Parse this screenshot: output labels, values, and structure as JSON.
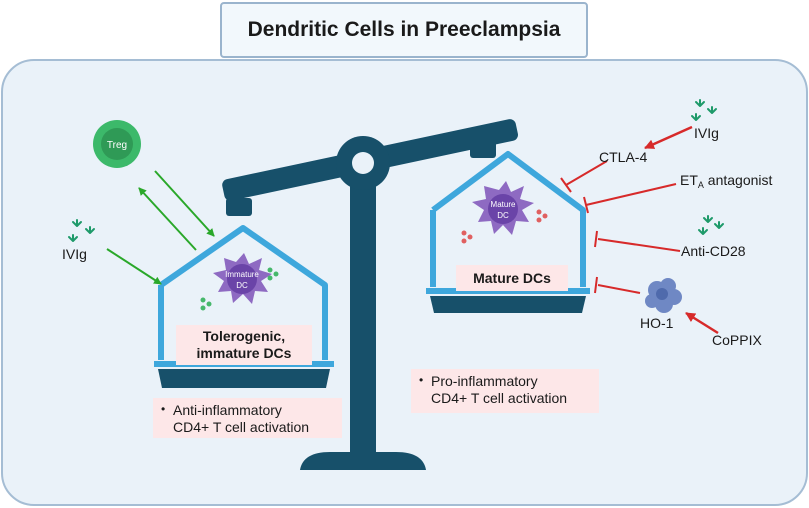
{
  "title": "Dendritic Cells in Preeclampsia",
  "left": {
    "treg": "Treg",
    "ivig": "IVIg",
    "cell_line1": "Immature",
    "cell_line2": "DC",
    "box_line1": "Tolerogenic,",
    "box_line2": "immature DCs",
    "desc_line1": "Anti-inflammatory",
    "desc_line2": "CD4+ T cell activation"
  },
  "right": {
    "cell_line1": "Mature",
    "cell_line2": "DC",
    "box": "Mature DCs",
    "desc_line1": "Pro-inflammatory",
    "desc_line2": "CD4+ T cell activation",
    "ctla4": "CTLA-4",
    "ivig": "IVIg",
    "et_prefix": "ET",
    "et_sub": "A",
    "et_suffix": " antagonist",
    "anticd28": "Anti-CD28",
    "ho1": "HO-1",
    "coppix": "CoPPIX"
  },
  "bullet": "•",
  "colors": {
    "panel_bg": "#eaf2f9",
    "panel_border": "#a5bdd4",
    "scale": "#17506a",
    "house": "#3ea7dc",
    "green_arrow": "#2aa82a",
    "red_arrow": "#d72a2a",
    "dc_purple": "#7a52b3",
    "treg_green": "#3cb96a",
    "box_pink": "#fde7e8"
  }
}
